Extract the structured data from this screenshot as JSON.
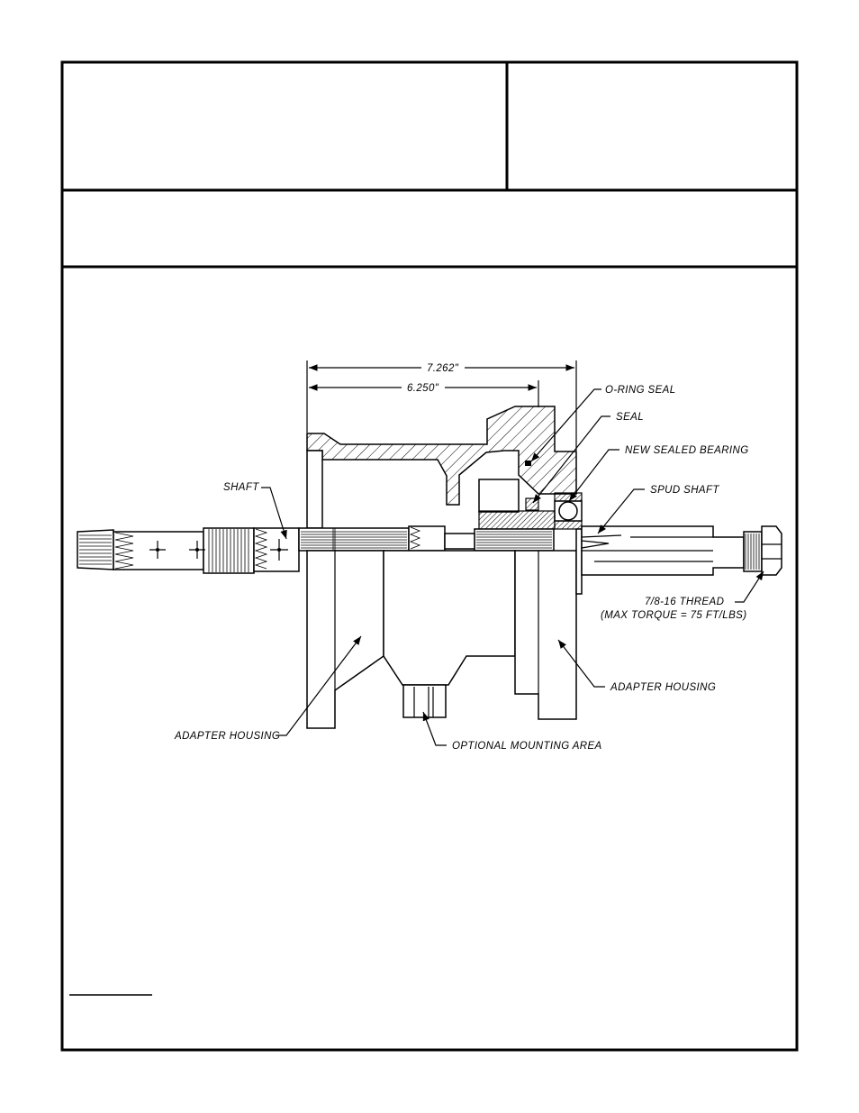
{
  "labels": {
    "dim_overall": "7.262\"",
    "dim_housing": "6.250\"",
    "oring_seal": "O-RING SEAL",
    "seal": "SEAL",
    "sealed_bearing": "NEW SEALED BEARING",
    "spud_shaft": "SPUD SHAFT",
    "shaft": "SHAFT",
    "thread": "7/8-16 THREAD",
    "torque": "(MAX TORQUE = 75 FT/LBS)",
    "adapter_housing_right": "ADAPTER HOUSING",
    "adapter_housing_left": "ADAPTER HOUSING",
    "optional_mounting": "OPTIONAL MOUNTING AREA"
  }
}
